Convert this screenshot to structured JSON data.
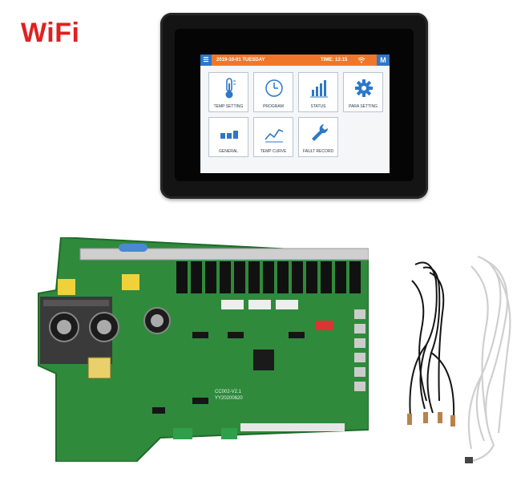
{
  "badge": {
    "label": "WiFi",
    "color": "#e0201f"
  },
  "controller": {
    "topbar": {
      "date": "2019-10-01 TUESDAY",
      "time": "TIME: 13:15",
      "mode_button": "M",
      "accent_color": "#f0772a",
      "button_color": "#2d77c9"
    },
    "tiles": [
      {
        "label": "TEMP SETTING",
        "icon": "thermometer-icon"
      },
      {
        "label": "PROGRAM",
        "icon": "clock-icon"
      },
      {
        "label": "STATUS",
        "icon": "bar-chart-icon"
      },
      {
        "label": "PARA SETTING",
        "icon": "gear-icon"
      },
      {
        "label": "GENERAL",
        "icon": "blocks-icon"
      },
      {
        "label": "TEMP CURVE",
        "icon": "line-chart-icon"
      },
      {
        "label": "FAULT RECORD",
        "icon": "wrench-icon"
      }
    ]
  },
  "pcb": {
    "board_color": "#2f8a3c",
    "silkscreen": [
      "CC002-V2.1",
      "YY20200620"
    ]
  },
  "cables": {
    "black_sensor": "black-temperature-sensor-cable",
    "white_cable": "white-communication-cable"
  }
}
